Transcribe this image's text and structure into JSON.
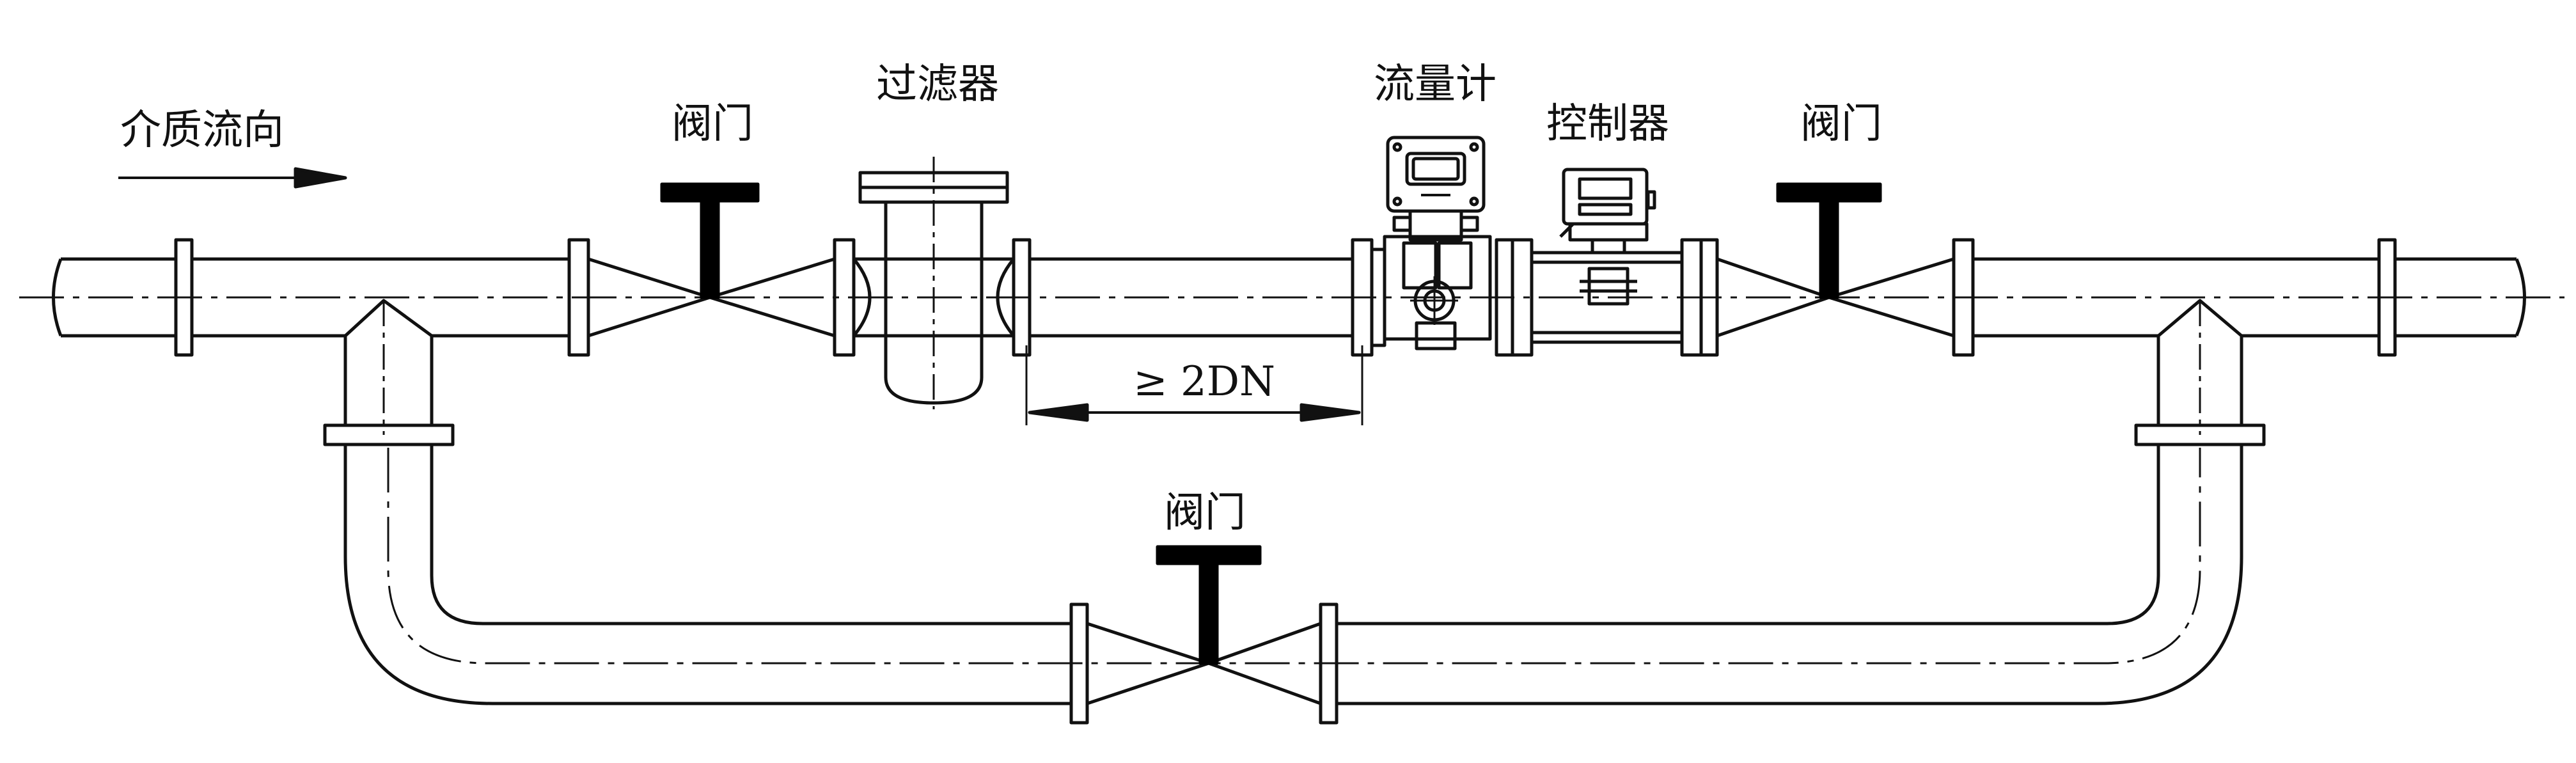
{
  "labels": {
    "flow_direction": "介质流向",
    "valve_left": "阀门",
    "filter": "过滤器",
    "flowmeter": "流量计",
    "controller": "控制器",
    "valve_right": "阀门",
    "valve_bypass": "阀门",
    "min_distance": "≥ 2DN"
  },
  "colors": {
    "line": "#111111",
    "valve_handle": "#000000",
    "background": "#ffffff"
  }
}
